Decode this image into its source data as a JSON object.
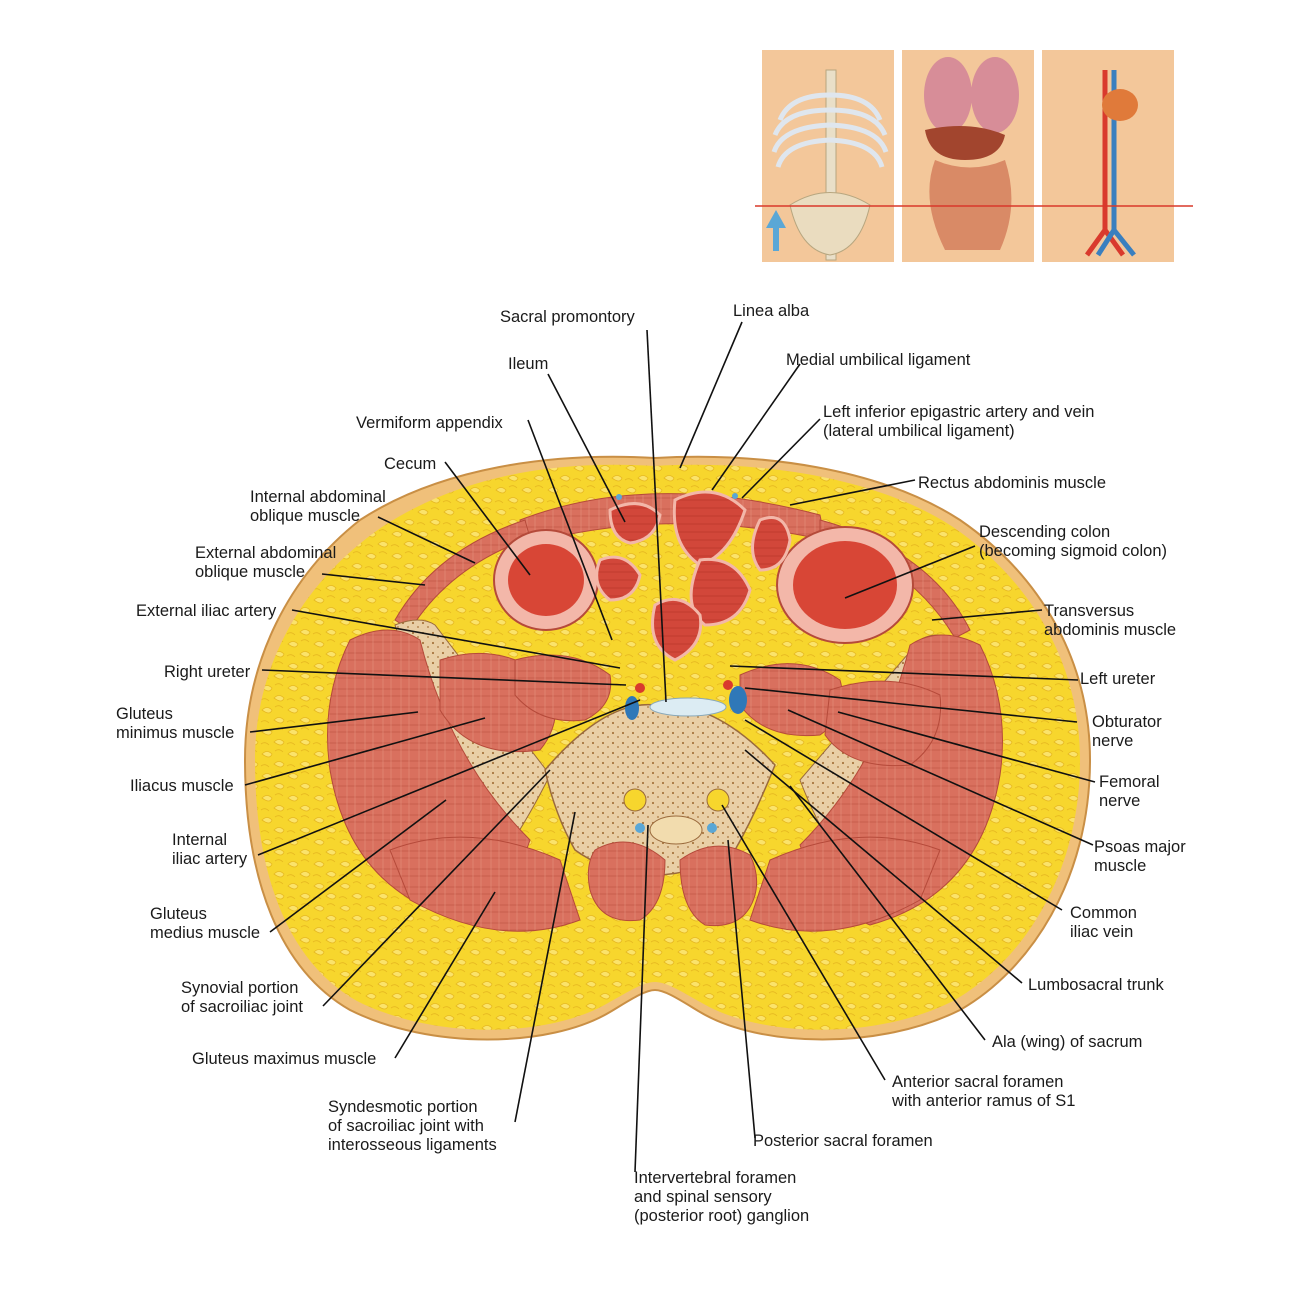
{
  "colors": {
    "fat": "#f7d62d",
    "skin": "#f0c07a",
    "muscle": "#d9705e",
    "bowel": "#cc3b2d",
    "bone": "#e6c9a1",
    "leader": "#111111",
    "section_line": "#d9382a",
    "arrow": "#5aa7d6"
  },
  "inset": {
    "panels": [
      "skeleton",
      "organs",
      "vessels"
    ],
    "arrow_icon": "up-arrow-icon"
  },
  "labels": [
    {
      "id": "sacral-promontory",
      "lines": [
        "Sacral promontory"
      ]
    },
    {
      "id": "linea-alba",
      "lines": [
        "Linea alba"
      ]
    },
    {
      "id": "ileum",
      "lines": [
        "Ileum"
      ]
    },
    {
      "id": "medial-umbilical-ligament",
      "lines": [
        "Medial umbilical ligament"
      ]
    },
    {
      "id": "left-inferior-epigastric",
      "lines": [
        "Left inferior epigastric artery and vein",
        "(lateral umbilical ligament)"
      ]
    },
    {
      "id": "vermiform-appendix",
      "lines": [
        "Vermiform appendix"
      ]
    },
    {
      "id": "cecum",
      "lines": [
        "Cecum"
      ]
    },
    {
      "id": "rectus-abdominis",
      "lines": [
        "Rectus abdominis muscle"
      ]
    },
    {
      "id": "internal-abdominal-oblique",
      "lines": [
        "Internal abdominal",
        "oblique muscle"
      ]
    },
    {
      "id": "descending-colon",
      "lines": [
        "Descending colon",
        "(becoming sigmoid colon)"
      ]
    },
    {
      "id": "external-abdominal-oblique",
      "lines": [
        "External abdominal",
        "oblique muscle"
      ]
    },
    {
      "id": "external-iliac-artery",
      "lines": [
        "External iliac artery"
      ]
    },
    {
      "id": "transversus-abdominis",
      "lines": [
        "Transversus",
        "abdominis muscle"
      ]
    },
    {
      "id": "right-ureter",
      "lines": [
        "Right ureter"
      ]
    },
    {
      "id": "left-ureter",
      "lines": [
        "Left ureter"
      ]
    },
    {
      "id": "gluteus-minimus",
      "lines": [
        "Gluteus",
        "minimus muscle"
      ]
    },
    {
      "id": "obturator-nerve",
      "lines": [
        "Obturator",
        "nerve"
      ]
    },
    {
      "id": "iliacus-muscle",
      "lines": [
        "Iliacus muscle"
      ]
    },
    {
      "id": "femoral-nerve",
      "lines": [
        "Femoral",
        "nerve"
      ]
    },
    {
      "id": "internal-iliac-artery",
      "lines": [
        "Internal",
        "iliac artery"
      ]
    },
    {
      "id": "psoas-major",
      "lines": [
        "Psoas major",
        "muscle"
      ]
    },
    {
      "id": "gluteus-medius",
      "lines": [
        "Gluteus",
        "medius muscle"
      ]
    },
    {
      "id": "common-iliac-vein",
      "lines": [
        "Common",
        "iliac vein"
      ]
    },
    {
      "id": "synovial-sacroiliac",
      "lines": [
        "Synovial portion",
        "of sacroiliac joint"
      ]
    },
    {
      "id": "lumbosacral-trunk",
      "lines": [
        "Lumbosacral trunk"
      ]
    },
    {
      "id": "gluteus-maximus",
      "lines": [
        "Gluteus maximus muscle"
      ]
    },
    {
      "id": "ala-of-sacrum",
      "lines": [
        "Ala (wing) of sacrum"
      ]
    },
    {
      "id": "syndesmotic-sacroiliac",
      "lines": [
        "Syndesmotic portion",
        "of sacroiliac joint with",
        "interosseous ligaments"
      ]
    },
    {
      "id": "anterior-sacral-foramen",
      "lines": [
        "Anterior sacral foramen",
        "with anterior ramus of S1"
      ]
    },
    {
      "id": "posterior-sacral-foramen",
      "lines": [
        "Posterior sacral foramen"
      ]
    },
    {
      "id": "intervertebral-foramen",
      "lines": [
        "Intervertebral foramen",
        "and spinal sensory",
        "(posterior root) ganglion"
      ]
    }
  ]
}
